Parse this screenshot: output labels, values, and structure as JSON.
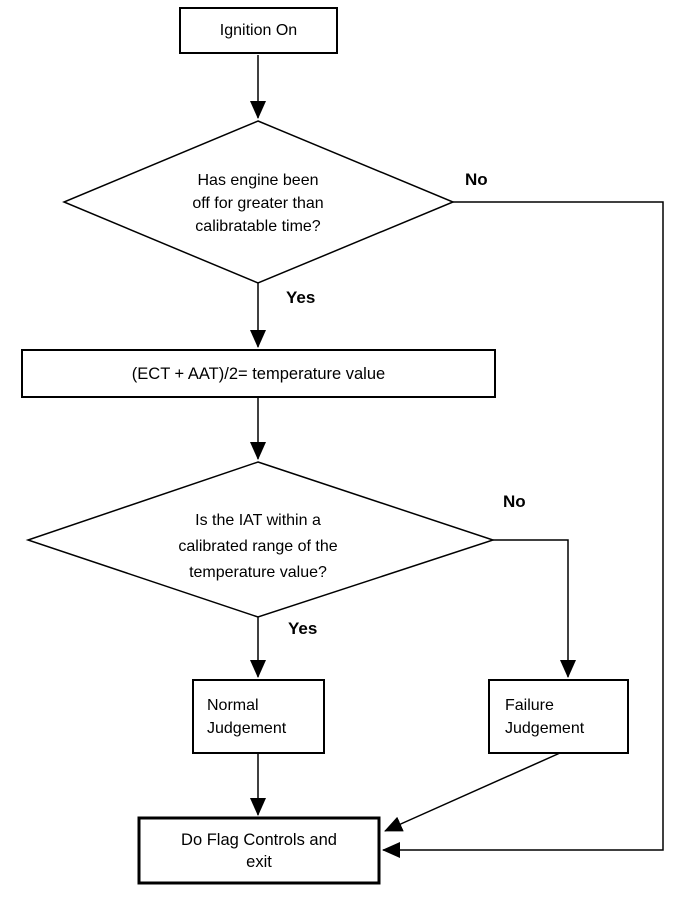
{
  "diagram": {
    "type": "flowchart",
    "colors": {
      "background": "#ffffff",
      "stroke": "#000000",
      "text": "#000000"
    },
    "nodes": {
      "start": {
        "shape": "rectangle",
        "lines": [
          "Ignition On"
        ]
      },
      "decision_engine_off": {
        "shape": "diamond",
        "lines": [
          "Has engine been",
          "off for greater than",
          "calibratable time?"
        ]
      },
      "process_temperature": {
        "shape": "rectangle",
        "lines": [
          "(ECT + AAT)/2= temperature value"
        ]
      },
      "decision_iat_range": {
        "shape": "diamond",
        "lines": [
          "Is the IAT within a",
          "calibrated range of the",
          "temperature value?"
        ]
      },
      "normal_judgement": {
        "shape": "rectangle",
        "lines": [
          "Normal",
          "Judgement"
        ]
      },
      "failure_judgement": {
        "shape": "rectangle",
        "lines": [
          "Failure",
          "Judgement"
        ]
      },
      "end": {
        "shape": "rectangle",
        "lines": [
          "Do Flag Controls and",
          "exit"
        ]
      }
    },
    "edge_labels": {
      "decision_engine_off_no": "No",
      "decision_engine_off_yes": "Yes",
      "decision_iat_range_no": "No",
      "decision_iat_range_yes": "Yes"
    }
  }
}
